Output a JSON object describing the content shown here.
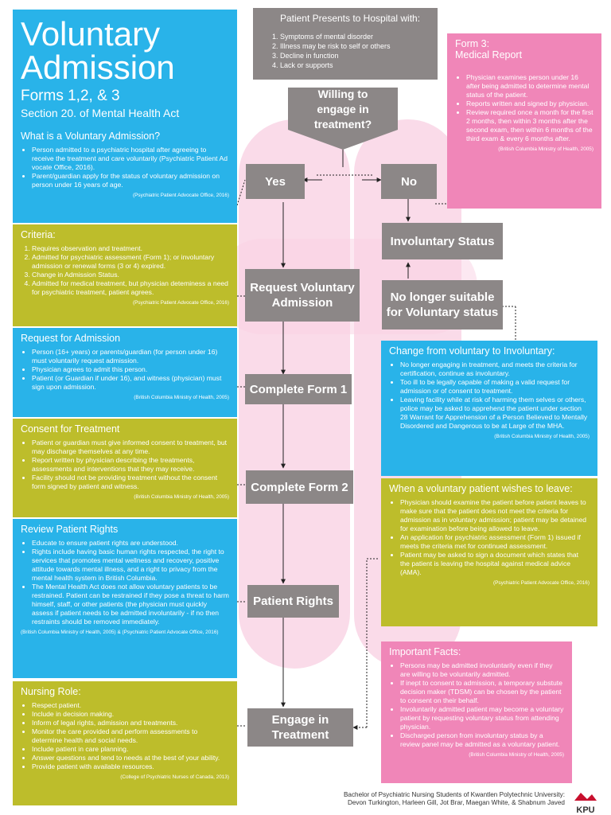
{
  "header": {
    "title_line1": "Voluntary",
    "title_line2": "Admission",
    "forms": "Forms 1,2, & 3",
    "section": "Section 20. of Mental Health Act"
  },
  "left_panels": {
    "what": {
      "title": "What is a Voluntary Admission?",
      "items": [
        "Person admitted to a psychiatric hospital after agreeing to receive the treatment and care voluntarily (Psychiatric Patient Ad vocate Office, 2016).",
        "Parent/guardian apply for the status of voluntary admission on person under 16 years of age."
      ],
      "cite": "(Psychiatric Patient Advocate Office, 2016)"
    },
    "criteria": {
      "title": "Criteria:",
      "items": [
        "Requires observation and treatment.",
        "Admitted for psychiatric assessment (Form 1); or involuntary admission or renewal forms (3 or 4) expired.",
        "Change in Admission Status.",
        "Admitted for medical treatment, but physician deteminess a need for psychiatric treatment, patient agrees."
      ],
      "cite": "(Psychiatric Patient Advocate Office, 2016)"
    },
    "request": {
      "title": "Request for Admission",
      "items": [
        "Person (16+ years) or parents/guardian (for person under 16) must voluntarily request admission.",
        "Physician agrees to admit this person.",
        "Patient (or Guardian if under 16), and witness (physician) must sign upon admission."
      ],
      "cite": "(British Columbia Ministry of Health, 2005)"
    },
    "consent": {
      "title": "Consent for Treatment",
      "items": [
        "Patient or guardian must give informed consent to treatment, but may discharge themselves at any time.",
        "Report written by physician describing the treatments, assessments and interventions that they may receive.",
        "Facility should not be providing treatment without the consent form signed by patient and witness."
      ],
      "cite": "(British Columbia Ministry of Health, 2005)"
    },
    "rights": {
      "title": "Review Patient Rights",
      "items": [
        "Educate to ensure patient rights are understood.",
        "Rights include having basic human rights respected, the right to services that promotes mental wellness and recovery, positive attitude towards mental illness, and a right to privacy from the mental health system in British Columbia.",
        "The Mental Health Act does not allow voluntary patients to be restrained. Patient can be restrained if they pose a threat to harm himself, staff, or other patients (the physician must quickly assess if patient needs to be admitted involuntarily - if no then restraints should be removed immediately."
      ],
      "cite": "(British Columbia Ministry of Health, 2005) & (Psychiatric Patient Advocate Office, 2016)"
    },
    "nursing": {
      "title": "Nursing Role:",
      "items": [
        "Respect patient.",
        "Include in decision making.",
        "Inform of legal rights, admission and treatments.",
        "Monitor the care provided and perform assessments to determine health and social needs.",
        "Include patient in care planning.",
        "Answer questions and tend to needs at the best of your ability.",
        "Provide patient with available resources."
      ],
      "cite": "(College of Psychiatric Nurses of Canada, 2013)"
    }
  },
  "flow": {
    "presents_title": "Patient Presents to Hospital with:",
    "presents_items": [
      "Symptoms of mental disorder",
      "Illness may be risk to self or others",
      "Decline in function",
      "Lack or supports"
    ],
    "question": "Willing to engage in treatment?",
    "yes": "Yes",
    "no": "No",
    "involuntary": "Involuntary Status",
    "no_longer": "No longer suitable for Voluntary status",
    "request": "Request Voluntary Admission",
    "form1": "Complete Form 1",
    "form2": "Complete Form 2",
    "rights": "Patient Rights",
    "engage": "Engage in Treatment"
  },
  "right_panels": {
    "form3": {
      "title1": "Form 3:",
      "title2": "Medical Report",
      "items": [
        "Physician examines person under 16 after being admitted to determine mental status of the patient.",
        "Reports written and signed by physician.",
        "Review required once a month for the first 2 months, then within 3 months after the second exam, then within 6 months of the third exam & every 6 months after."
      ],
      "cite": "(British Columbia Ministry of Health, 2005)"
    },
    "change": {
      "title": "Change from voluntary to Involuntary:",
      "items": [
        "No longer engaging in treatment, and meets the criteria for certification, continue as involuntary.",
        "Too ill to be legally capable of making a valid request for admission or of consent to treatment.",
        "Leaving facility while at risk of harming them selves or others, police may be asked to apprehend the patient under section 28 Warrant for Apprehension of a Person Believed to Mentally Disordered and Dangerous to be at Large of the MHA."
      ],
      "cite": "(British Columbia Ministry of Health, 2005)"
    },
    "leave": {
      "title": "When a voluntary patient wishes to leave:",
      "items": [
        "Physician should examine the patient before patient leaves to make sure that the patient does not meet the criteria for admission as in voluntary admission; patient may be detained for examination before being allowed to leave.",
        "An application for psychiatric assessment (Form 1) issued if meets the criteria met for continued assessment.",
        "Patient may be asked to sign a document which states that the patient is leaving the hospital against medical advice (AMA)."
      ],
      "cite": "(Psychiatric Patient Advocate Office, 2016)"
    },
    "facts": {
      "title": "Important Facts:",
      "items": [
        "Persons may be admitted involuntarily even if they are willing to be voluntarily admitted.",
        "If inept to consent to admission, a temporary substute decision maker (TDSM) can be chosen by the patient to consent on their behalf.",
        "Involuntarily admitted patient may become a voluntary patient by requesting voluntary status from attending physician.",
        "Discharged person from involuntary status by a review panel may be admitted as a voluntary patient."
      ],
      "cite": "(British Columbia Ministry of Health, 2005)"
    }
  },
  "footer": {
    "line1": "Bachelor of Psychiatric Nursing Students of Kwantlen Polytechnic University:",
    "line2": "Devon Turkington, Harleen Gill, Jot Brar, Maegan White, & Shabnum Javed",
    "logo": "KPU"
  },
  "colors": {
    "blue": "#29b3e9",
    "olive": "#bdbd2b",
    "pink": "#f086b8",
    "grey": "#8c8787",
    "logo_red": "#c8102e"
  }
}
